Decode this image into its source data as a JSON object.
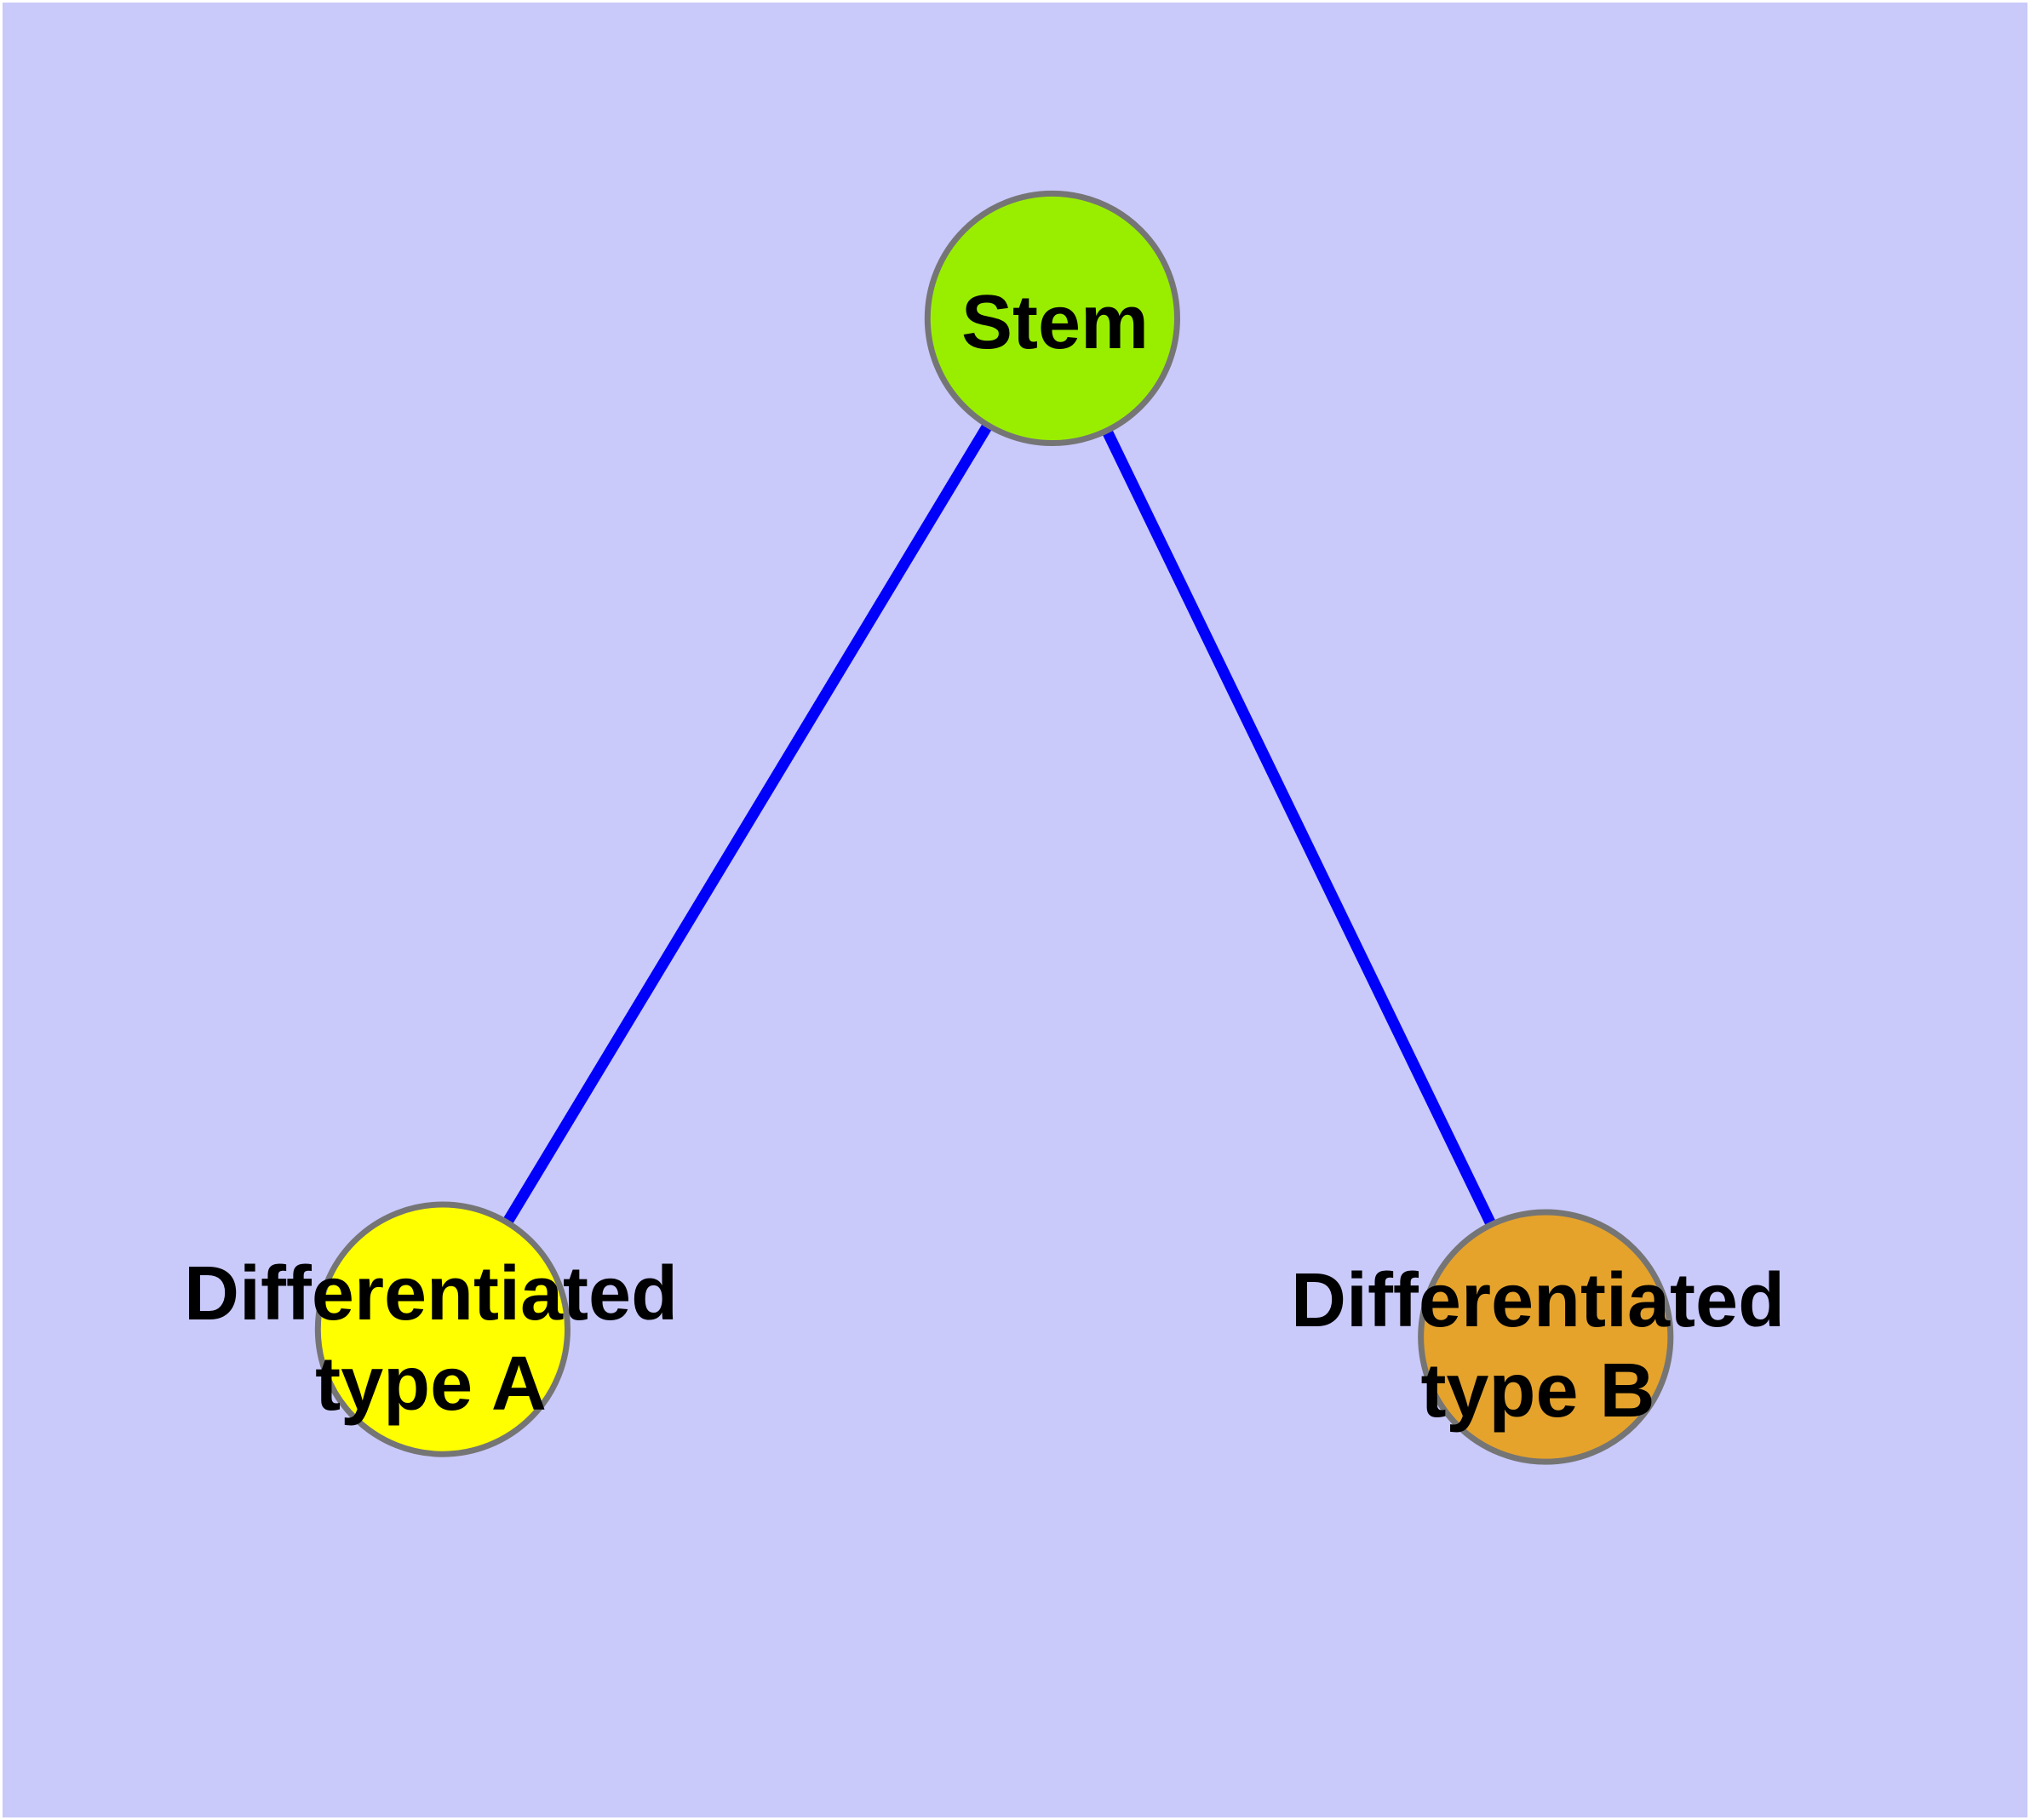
{
  "canvas": {
    "background_color": "#c9c9fa",
    "frame_color": "#ffffff"
  },
  "diagram": {
    "type": "node-link-graph",
    "nodes": [
      {
        "id": "stem",
        "label": "Stem",
        "color": "#99ee00",
        "border_color": "#757575",
        "shape": "circle"
      },
      {
        "id": "typeA",
        "label": "Differentiated\ntype A",
        "color": "#ffff00",
        "border_color": "#757575",
        "shape": "circle"
      },
      {
        "id": "typeB",
        "label": "Differentiated\ntype B",
        "color": "#e5a32c",
        "border_color": "#757575",
        "shape": "circle"
      }
    ],
    "edges": [
      {
        "from": "stem",
        "to": "typeA",
        "color": "#0000fa"
      },
      {
        "from": "stem",
        "to": "typeB",
        "color": "#0000fa"
      }
    ]
  }
}
